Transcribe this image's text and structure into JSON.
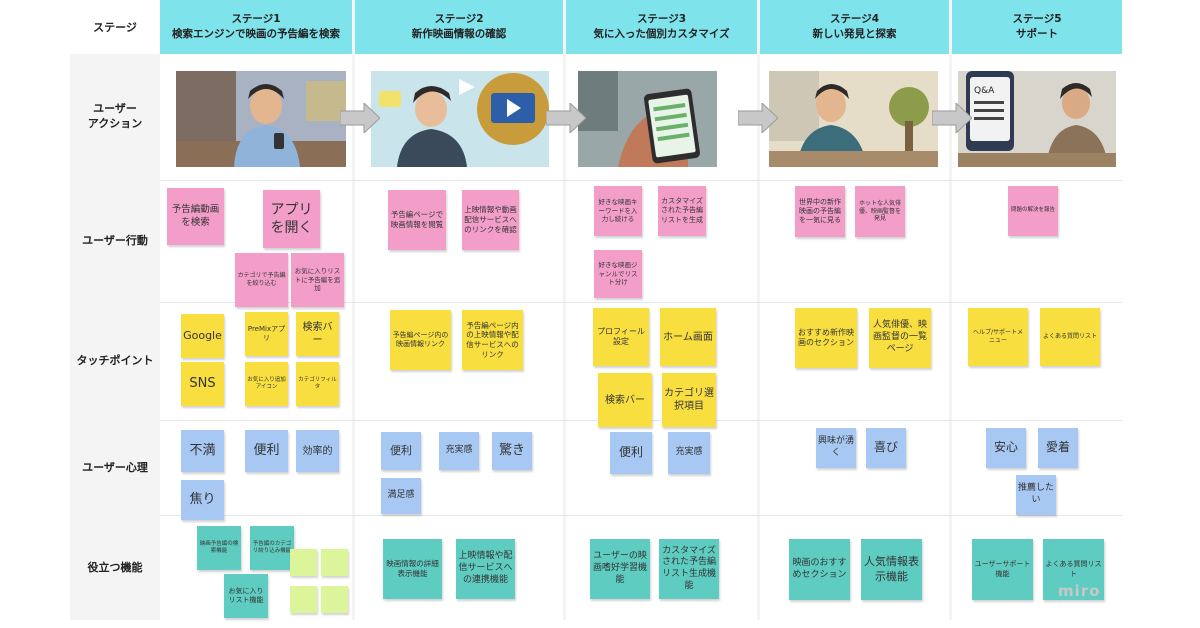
{
  "header": {
    "stage_label": "ステージ",
    "stages": [
      {
        "line1": "ステージ1",
        "line2": "検索エンジンで映画の予告編を検索"
      },
      {
        "line1": "ステージ2",
        "line2": "新作映画情報の確認"
      },
      {
        "line1": "ステージ3",
        "line2": "気に入った個別カスタマイズ"
      },
      {
        "line1": "ステージ4",
        "line2": "新しい発見と探索"
      },
      {
        "line1": "ステージ5",
        "line2": "サポート"
      }
    ]
  },
  "rows": {
    "user_action": "ユーザー\nアクション",
    "user_behavior": "ユーザー行動",
    "touchpoint": "タッチポイント",
    "psychology": "ユーザー心理",
    "features": "役立つ機能"
  },
  "behavior": {
    "s1_a": "予告編動画を検索",
    "s1_b": "アプリを開く",
    "s1_c": "カテゴリで予告編を絞り込む",
    "s1_d": "お気に入りリストに予告編を追加",
    "s2_a": "予告編ページで映画情報を閲覧",
    "s2_b": "上映情報や動画配信サービスへのリンクを確認",
    "s3_a": "好きな映画キーワードを入力し続ける",
    "s3_b": "カスタマイズされた予告編リストを生成",
    "s3_c": "好きな映画ジャンルでリスト分け",
    "s4_a": "世界中の新作映画の予告編を一気に見る",
    "s4_b": "ホットな人気俳優、映画監督を発見",
    "s5_a": "問題の解決を報告"
  },
  "touch": {
    "s1_a": "Google",
    "s1_b": "PreMixアプリ",
    "s1_c": "検索バー",
    "s1_d": "SNS",
    "s1_e": "お気に入り追加アイコン",
    "s1_f": "カテゴリフィルタ",
    "s2_a": "予告編ページ内の映画情報リンク",
    "s2_b": "予告編ページ内の上映情報や配信サービスへのリンク",
    "s3_a": "プロフィール設定",
    "s3_b": "ホーム画面",
    "s3_c": "検索バー",
    "s3_d": "カテゴリ選択項目",
    "s4_a": "おすすめ新作映画のセクション",
    "s4_b": "人気俳優、映画監督の一覧ページ",
    "s5_a": "ヘルプ/サポートメニュー",
    "s5_b": "よくある質問リスト"
  },
  "psych": {
    "s1_a": "不満",
    "s1_b": "便利",
    "s1_c": "効率的",
    "s1_d": "焦り",
    "s2_a": "便利",
    "s2_b": "充実感",
    "s2_c": "驚き",
    "s2_d": "満足感",
    "s3_a": "便利",
    "s3_b": "充実感",
    "s4_a": "興味が湧く",
    "s4_b": "喜び",
    "s5_a": "安心",
    "s5_b": "愛着",
    "s5_c": "推薦したい"
  },
  "feature": {
    "s1_a": "映画予告編の検索機能",
    "s1_b": "予告編のカテゴリ絞り込み機能",
    "s1_c": "お気に入りリスト機能",
    "s1_d": "",
    "s1_e": "",
    "s1_f": "",
    "s1_g": "",
    "s2_a": "映画情報の詳細表示機能",
    "s2_b": "上映情報や配信サービスへの連携機能",
    "s3_a": "ユーザーの映画嗜好学習機能",
    "s3_b": "カスタマイズされた予告編リスト生成機能",
    "s4_a": "映画のおすすめセクション",
    "s4_b": "人気情報表示機能",
    "s5_a": "ユーザーサポート機能",
    "s5_b": "よくある質問リスト"
  },
  "watermark": "miro",
  "colors": {
    "header": "#7fe3ec",
    "pink": "#f29ec9",
    "yellow": "#f8df3f",
    "blue": "#a7c8f2",
    "teal": "#5fccc2"
  }
}
